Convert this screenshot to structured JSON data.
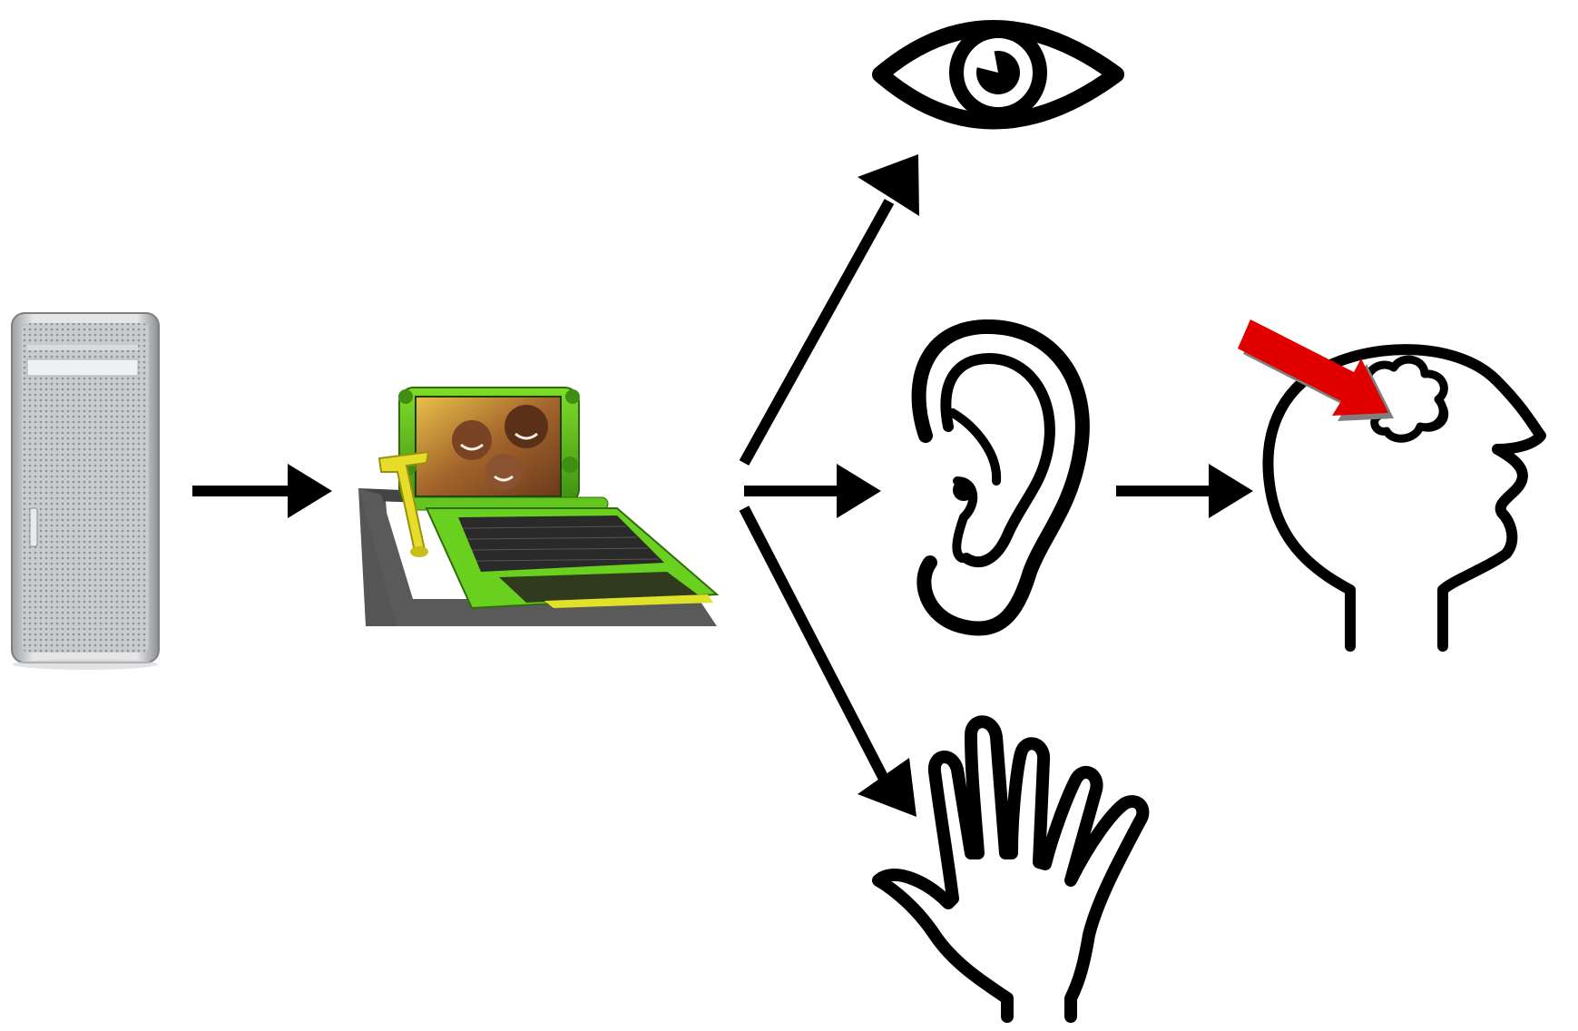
{
  "diagram": {
    "nodes": [
      {
        "id": "server",
        "icon": "server-tower-icon"
      },
      {
        "id": "laptop",
        "icon": "xo-laptop-icon"
      },
      {
        "id": "eye",
        "icon": "eye-icon"
      },
      {
        "id": "ear",
        "icon": "ear-icon"
      },
      {
        "id": "hand",
        "icon": "hand-icon"
      },
      {
        "id": "head",
        "icon": "head-with-brain-icon"
      }
    ],
    "edges": [
      {
        "from": "server",
        "to": "laptop"
      },
      {
        "from": "laptop",
        "to": "eye"
      },
      {
        "from": "laptop",
        "to": "ear"
      },
      {
        "from": "laptop",
        "to": "hand"
      },
      {
        "from": "ear",
        "to": "head"
      }
    ],
    "colors": {
      "ink": "#000000",
      "laptop_green": "#5cc21c",
      "laptop_dark_green": "#3f8f12",
      "crank_yellow": "#e6dc2a",
      "server_silver": "#b9bcbf",
      "brain_arrow_red": "#e00000"
    }
  }
}
